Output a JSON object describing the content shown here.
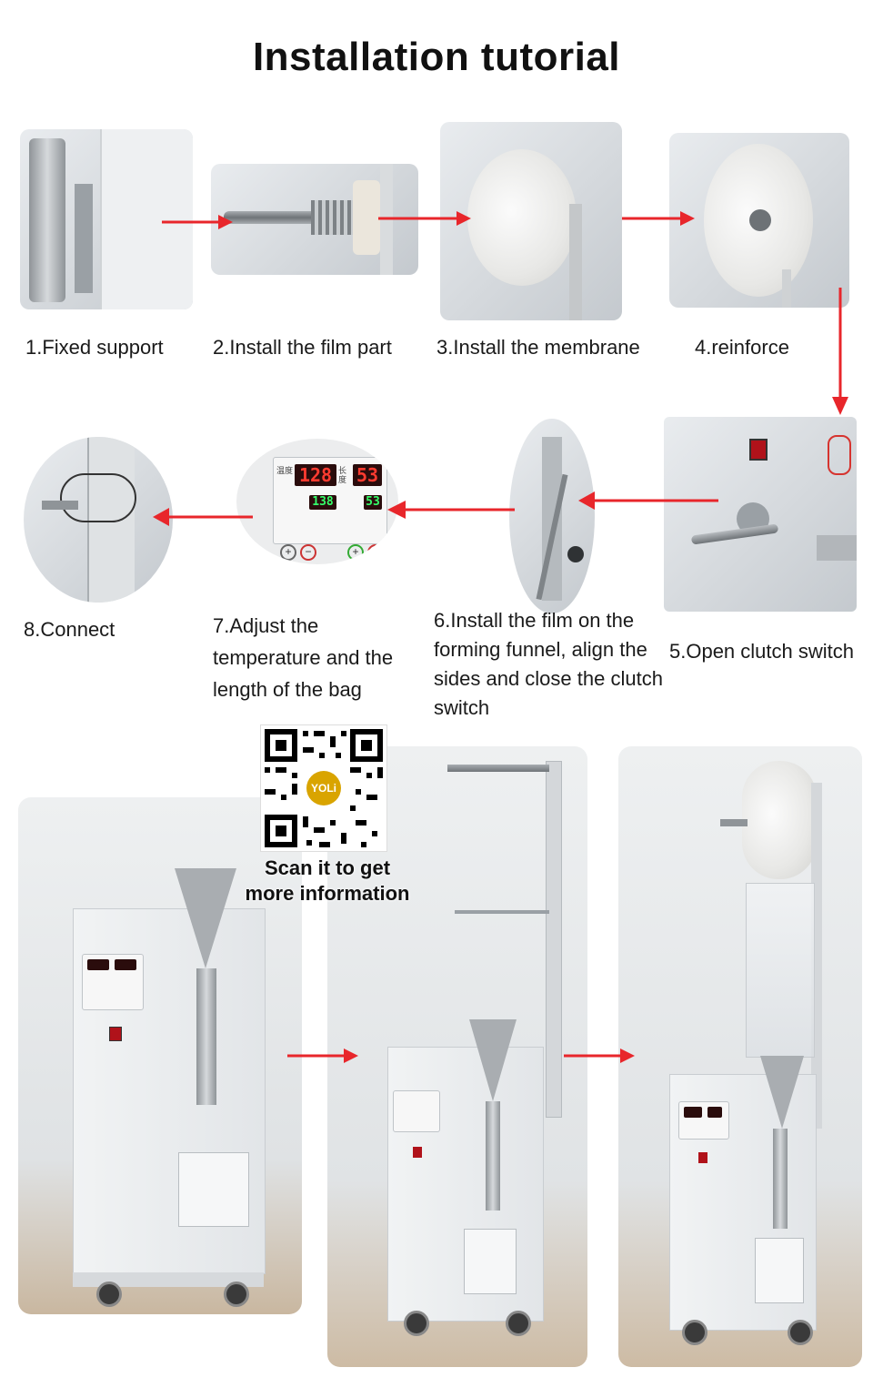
{
  "page": {
    "title": "Installation tutorial"
  },
  "steps": [
    {
      "label": "1.Fixed support"
    },
    {
      "label": "2.Install the film part"
    },
    {
      "label": "3.Install the membrane"
    },
    {
      "label": "4.reinforce"
    },
    {
      "label": "5.Open clutch switch"
    },
    {
      "label": "6.Install the film on the forming funnel, align the sides and close the clutch switch"
    },
    {
      "label": "7.Adjust the temperature and the length of the bag"
    },
    {
      "label": "8.Connect"
    }
  ],
  "controller": {
    "temp_label": "温度",
    "temp_value": "128",
    "length_label": "长度",
    "length_value": "53",
    "temp_actual": "138",
    "length_actual": "53"
  },
  "qr": {
    "logo_text": "YOLi",
    "caption_line1": "Scan it to get",
    "caption_line2": "more information"
  },
  "colors": {
    "arrow": "#e8262b",
    "led_red": "#ff3b30",
    "led_green": "#35ff6b"
  }
}
